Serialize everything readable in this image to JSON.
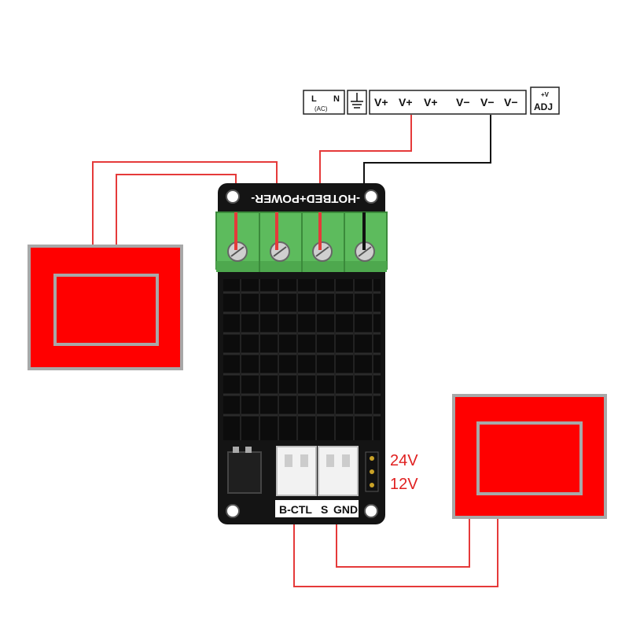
{
  "psu": {
    "ac_l": "L",
    "ac_n": "N",
    "ac_sub": "(AC)",
    "ground_icon": "ground-icon",
    "vplus": [
      "V+",
      "V+",
      "V+"
    ],
    "vminus": [
      "V−",
      "V−",
      "V−"
    ],
    "adj_top": "+V",
    "adj": "ADJ"
  },
  "board": {
    "terminal_label": "-HOTBED+POWER-",
    "connector_labels": [
      "B-CTL",
      "S",
      "GND"
    ],
    "voltage_options": [
      "24V",
      "12V"
    ]
  },
  "colors": {
    "wire_red": "#e53a3a",
    "wire_black": "#111111",
    "heater_red": "#ff0000",
    "heater_border": "#a8a8a8",
    "terminal_green": "#5dbb5d",
    "board_black": "#141414",
    "label_red": "#e02020"
  }
}
